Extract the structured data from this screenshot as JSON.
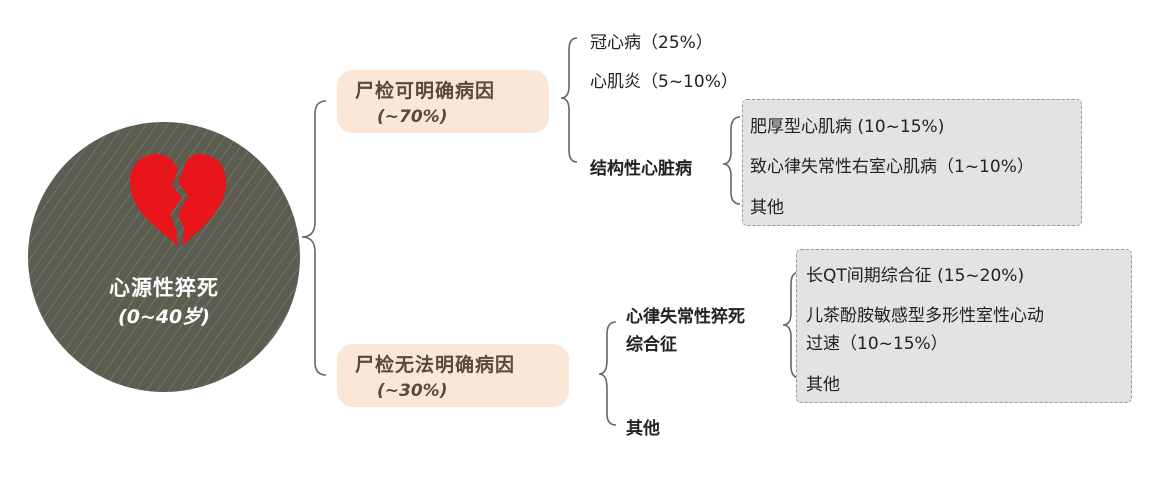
{
  "root": {
    "title": "心源性猝死",
    "subtitle": "(0~40岁)",
    "icon": "broken-heart-icon",
    "color": "#5d5c50",
    "heart_color": "#e8161a"
  },
  "categories": [
    {
      "name": "尸检可明确病因",
      "pct": "(~70%)",
      "items": [
        "冠心病（25%）",
        "心肌炎（5~10%）",
        "结构性心脏病"
      ],
      "sub_items": [
        "肥厚型心肌病 (10~15%)",
        "致心律失常性右室心肌病（1~10%）",
        "其他"
      ]
    },
    {
      "name": "尸检无法明确病因",
      "pct": "(~30%)",
      "items": [
        "心律失常性猝死",
        "综合征",
        "其他"
      ],
      "sub_items": [
        "长QT间期综合征 (15~20%)",
        "儿茶酚胺敏感型多形性室性心动",
        "过速（10~15%）",
        "其他"
      ]
    }
  ],
  "colors": {
    "category_fill": "#fbe7d8",
    "box_fill": "#e3e3e1"
  }
}
